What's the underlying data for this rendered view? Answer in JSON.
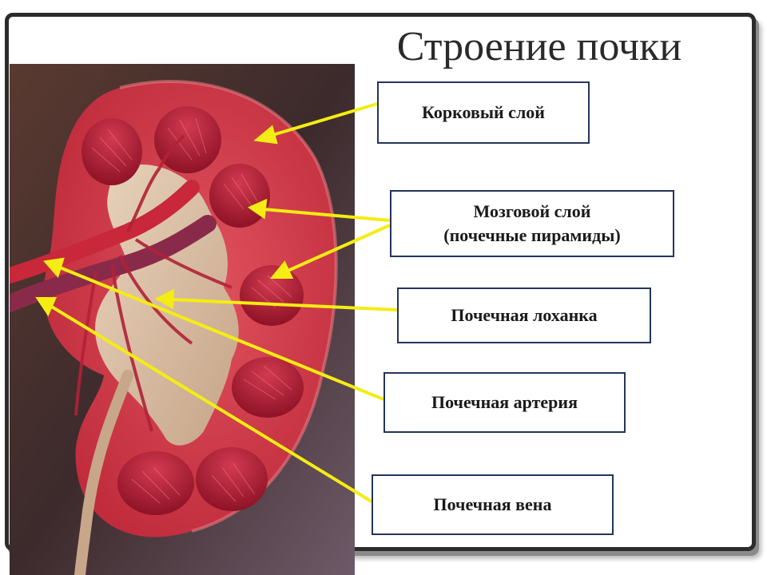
{
  "slide": {
    "title": "Строение почки"
  },
  "labels": {
    "cortex": "Корковый слой",
    "medulla_line1": "Мозговой слой",
    "medulla_line2": "(почечные пирамиды)",
    "pelvis": "Почечная лоханка",
    "artery": "Почечная артерия",
    "vein": "Почечная вена"
  },
  "colors": {
    "arrow": "#f5ec14",
    "cortex": "#cf3a48",
    "pyramid": "#b01c34",
    "pelvis": "#d9bfa6",
    "background_photo": "#4a2e28",
    "box_border": "#24345a"
  }
}
